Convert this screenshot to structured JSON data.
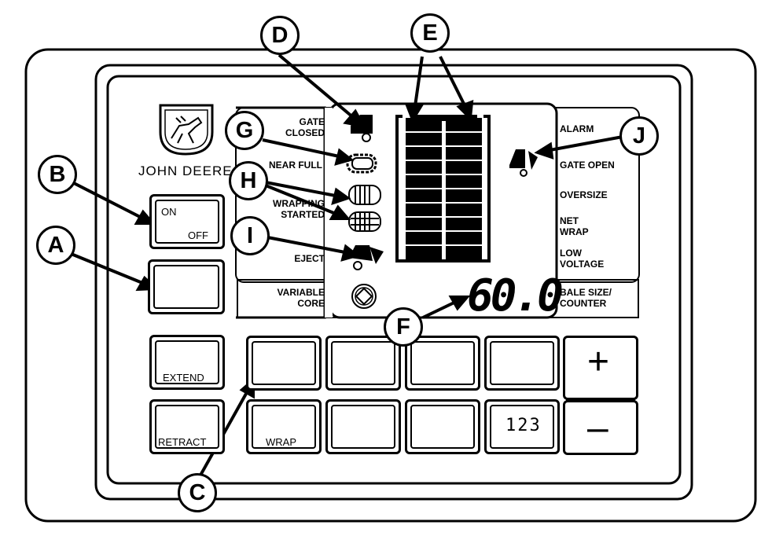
{
  "brand": {
    "name": "JOHN DEERE",
    "logo_icon": "deer-logo-icon"
  },
  "callouts": [
    "A",
    "B",
    "C",
    "D",
    "E",
    "F",
    "G",
    "H",
    "I",
    "J"
  ],
  "left_labels": {
    "gate_closed": "GATE\nCLOSED",
    "near_full": "NEAR FULL",
    "wrapping_started": "WRAPPING\nSTARTED",
    "eject": "EJECT",
    "variable_core": "VARIABLE\nCORE"
  },
  "right_labels": {
    "alarm": "ALARM",
    "gate_open": "GATE OPEN",
    "oversize": "OVERSIZE",
    "net_wrap": "NET\nWRAP",
    "low_voltage": "LOW\nVOLTAGE",
    "bale_size_counter": "BALE SIZE/\nCOUNTER"
  },
  "display": {
    "readout": "60.0"
  },
  "buttons": {
    "on_off": {
      "on": "ON",
      "off": "OFF"
    },
    "extend": "EXTEND",
    "retract": "RETRACT",
    "wrap": "WRAP",
    "counter": "123",
    "plus": "+",
    "minus": "–"
  }
}
